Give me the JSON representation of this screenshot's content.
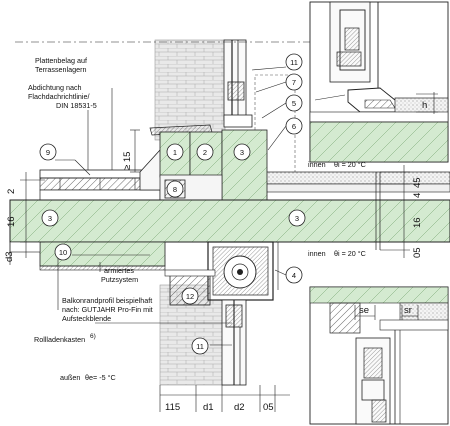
{
  "labels": {
    "plattenbelag_1": "Plattenbelag auf",
    "plattenbelag_2": "Terrassenlagern",
    "abdichtung_1": "Abdichtung nach",
    "abdichtung_2": "Flachdachrichtlinie/",
    "abdichtung_3": "DIN 18531-5",
    "armiertes_1": "armiertes",
    "armiertes_2": "Putzsystem",
    "balkon_1": "Balkonrandprofil beispielhaft",
    "balkon_2": "nach: GUTJAHR Pro-Fin mit",
    "balkon_3": "Aufsteckblende",
    "rollladen": "Rollladenkasten",
    "rollladen_note": "6)",
    "aussen": "außen",
    "theta_e": "θe= -5 °C",
    "innen_top": "innen",
    "theta_i_top": "θi = 20 °C",
    "innen_bottom": "innen",
    "theta_i_bottom": "θi = 20 °C"
  },
  "callouts": [
    "1",
    "2",
    "3",
    "3",
    "3",
    "4",
    "5",
    "6",
    "7",
    "8",
    "9",
    "10",
    "11",
    "11",
    "12"
  ],
  "dimensions": {
    "h15": "≥ 15",
    "d3": "d3",
    "two": "2",
    "sixteen_left": "16",
    "r45": "45",
    "r4": "4",
    "r16": "16",
    "r05": "05",
    "b115": "115",
    "bd1": "d1",
    "bd2": "d2",
    "b05": "05",
    "se": "se",
    "sr": "sr",
    "h": "h"
  },
  "colors": {
    "insulation": "#d4ead0",
    "hatch": "#444444",
    "brick": "#e6e6e6",
    "line": "#111111"
  }
}
